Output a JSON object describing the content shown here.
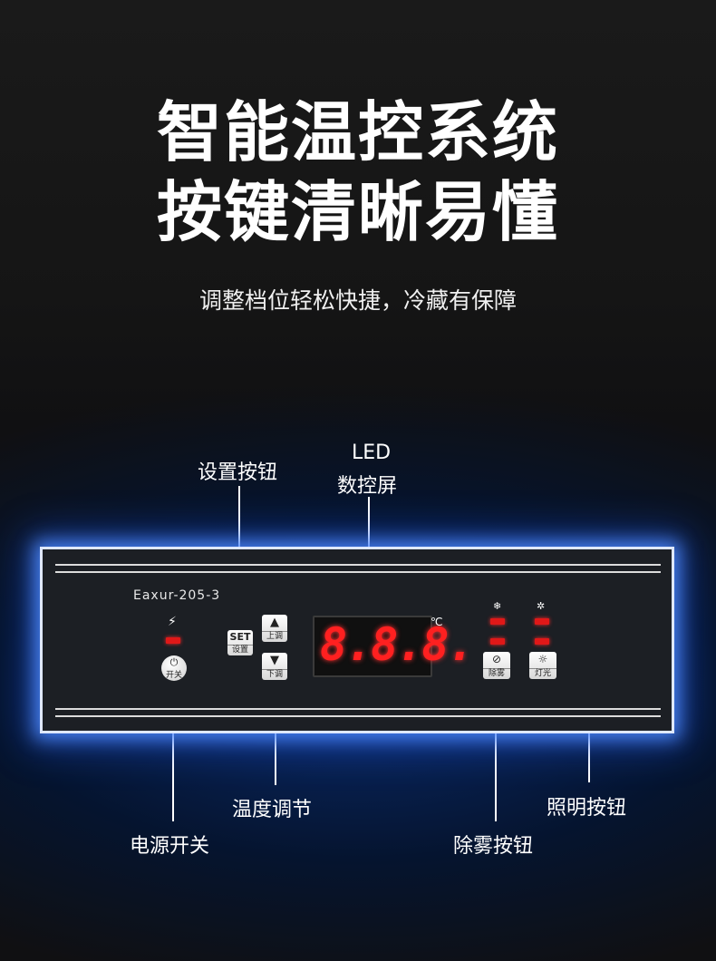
{
  "headline": {
    "line1": "智能温控系统",
    "line2": "按键清晰易懂",
    "subtitle": "调整档位轻松快捷，冷藏有保障"
  },
  "callouts": {
    "set_button": "设置按钮",
    "led_line1": "LED",
    "led_line2": "数控屏",
    "temperature": "温度调节",
    "power": "电源开关",
    "defog": "除雾按钮",
    "lighting": "照明按钮"
  },
  "panel": {
    "model": "Eaxur-205-3",
    "set_label": "SET",
    "set_sub": "设置",
    "up_sub": "上调",
    "down_sub": "下调",
    "power_sub": "开关",
    "display": "8.8.8.",
    "unit": "℃",
    "defog_sub": "除雾",
    "light_sub": "灯光",
    "lamp_color": "#e01818",
    "frame_glow": "#508cff"
  }
}
